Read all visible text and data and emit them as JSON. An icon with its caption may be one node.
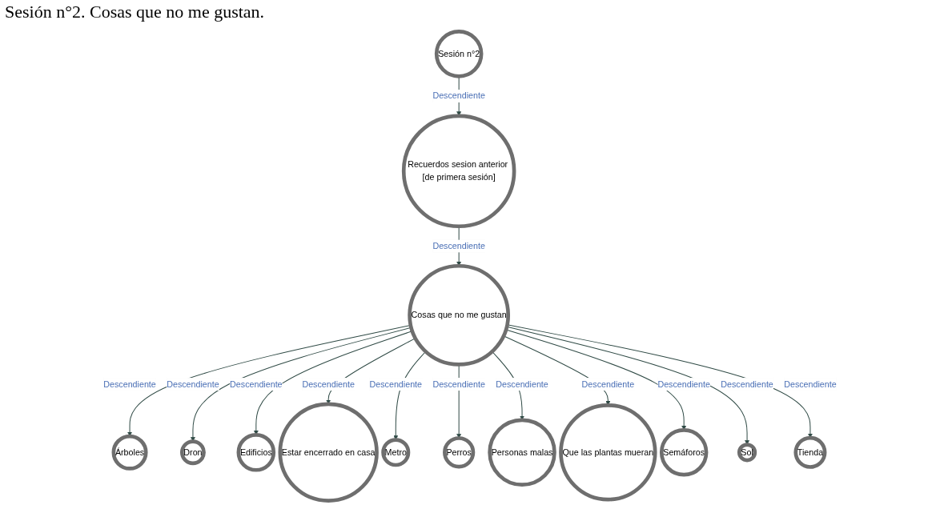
{
  "diagram": {
    "title": "Sesión n°2. Cosas que no me gustan.",
    "nodes": [
      {
        "text": [
          "Sesión n°2"
        ]
      },
      {
        "text": [
          "Recuerdos sesion anterior [de primera sesión]"
        ]
      },
      {
        "text": [
          "Cosas que no me gustan"
        ]
      },
      {
        "text": [
          "Árboles"
        ]
      },
      {
        "text": [
          "Dron"
        ]
      },
      {
        "text": [
          "Edificios"
        ]
      },
      {
        "text": [
          "Estar encerrado en casa"
        ]
      },
      {
        "text": [
          "Metro"
        ]
      },
      {
        "text": [
          "Perros"
        ]
      },
      {
        "text": [
          "Personas malas"
        ]
      },
      {
        "text": [
          "Que las plantas mueran"
        ]
      },
      {
        "text": [
          "Semáforos"
        ]
      },
      {
        "text": [
          "Sol"
        ]
      },
      {
        "text": [
          "Tienda"
        ]
      }
    ],
    "edges": [
      {
        "from": 0,
        "to": 1,
        "arrow": "to",
        "label": "Descendiente"
      },
      {
        "from": 1,
        "to": 2,
        "arrow": "to",
        "label": "Descendiente"
      },
      {
        "from": 2,
        "to": 3,
        "arrow": "to",
        "label": "Descendiente"
      },
      {
        "from": 2,
        "to": 4,
        "arrow": "to",
        "label": "Descendiente"
      },
      {
        "from": 2,
        "to": 5,
        "arrow": "to",
        "label": "Descendiente"
      },
      {
        "from": 2,
        "to": 6,
        "arrow": "to",
        "label": "Descendiente"
      },
      {
        "from": 2,
        "to": 7,
        "arrow": "to",
        "label": "Descendiente"
      },
      {
        "from": 2,
        "to": 8,
        "arrow": "to",
        "label": "Descendiente"
      },
      {
        "from": 2,
        "to": 9,
        "arrow": "to",
        "label": "Descendiente"
      },
      {
        "from": 2,
        "to": 10,
        "arrow": "to",
        "label": "Descendiente"
      },
      {
        "from": 2,
        "to": 11,
        "arrow": "to",
        "label": "Descendiente"
      },
      {
        "from": 2,
        "to": 12,
        "arrow": "to",
        "label": "Descendiente"
      },
      {
        "from": 2,
        "to": 13,
        "arrow": "to",
        "label": "Descendiente"
      }
    ]
  }
}
